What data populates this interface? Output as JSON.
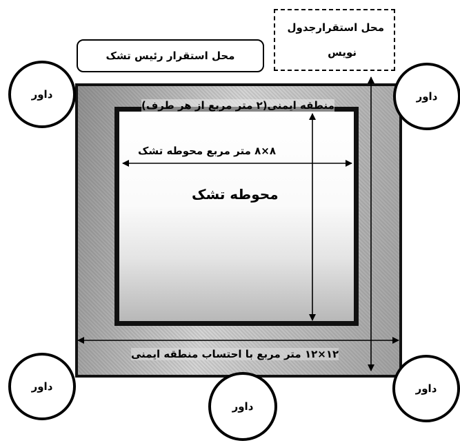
{
  "table_box": {
    "line1": "محل استقرارجدول",
    "line2": "نویس"
  },
  "head_referee_box": {
    "label": "محل استقرار رئیس تشک"
  },
  "safety_zone": {
    "label": "منطقه ایمنی(۲ متر مربع از هر طرف)"
  },
  "mat_area": {
    "dimension_label": "۸×۸ متر مربع محوطه تشک",
    "title": "محوطه تشک"
  },
  "total_area": {
    "label": "۱۲×۱۲ متر مربع با احتساب منطقه ایمنی"
  },
  "referees": {
    "top_left": "داور",
    "top_right": "داور",
    "bottom_left": "داور",
    "bottom_center": "داور",
    "bottom_right": "داور"
  }
}
